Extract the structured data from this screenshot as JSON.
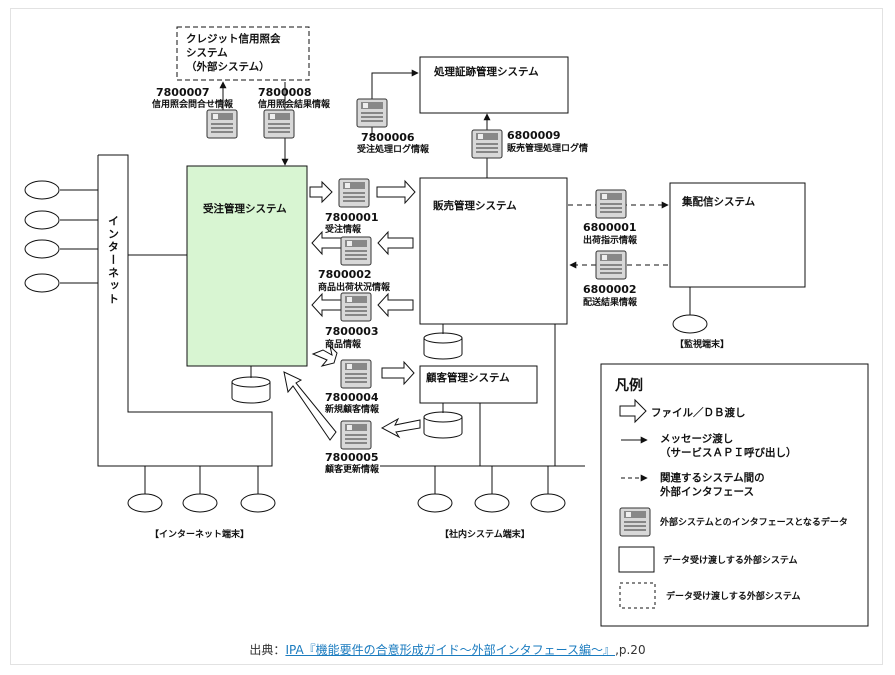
{
  "systems": {
    "credit": [
      "クレジット信用照会",
      "システム",
      "（外部システム）"
    ],
    "certification": "処理証跡管理システム",
    "order": "受注管理システム",
    "sales": "販売管理システム",
    "delivery": "集配信システム",
    "customer": "顧客管理システム",
    "internet": "インターネット"
  },
  "interfaces": [
    {
      "code": "7800007",
      "name": "信用照会問合せ情報"
    },
    {
      "code": "7800008",
      "name": "信用照会結果情報"
    },
    {
      "code": "7800006",
      "name": "受注処理ログ情報"
    },
    {
      "code": "6800009",
      "name": "販売管理処理ログ情"
    },
    {
      "code": "7800001",
      "name": "受注情報"
    },
    {
      "code": "7800002",
      "name": "商品出荷状況情報"
    },
    {
      "code": "7800003",
      "name": "商品情報"
    },
    {
      "code": "7800004",
      "name": "新規顧客情報"
    },
    {
      "code": "7800005",
      "name": "顧客更新情報"
    },
    {
      "code": "6800001",
      "name": "出荷指示情報"
    },
    {
      "code": "6800002",
      "name": "配送結果情報"
    }
  ],
  "terminals": {
    "monitor": "【監視端末】",
    "internet": "【インターネット端末】",
    "internal": "【社内システム端末】"
  },
  "legend": {
    "title": "凡例",
    "items": [
      "ファイル／ＤＢ渡し",
      "メッセージ渡し",
      "（サービスＡＰＩ呼び出し）",
      "関連するシステム間の",
      "外部インタフェース",
      "外部システムとのインタフェースとなるデータ",
      "データ受け渡しする外部システム",
      "データ受け渡しする外部システム"
    ]
  },
  "caption": {
    "prefix": "出典：",
    "link": "IPA『機能要件の合意形成ガイド～外部インタフェース編～』",
    "suffix": ",p.20"
  }
}
